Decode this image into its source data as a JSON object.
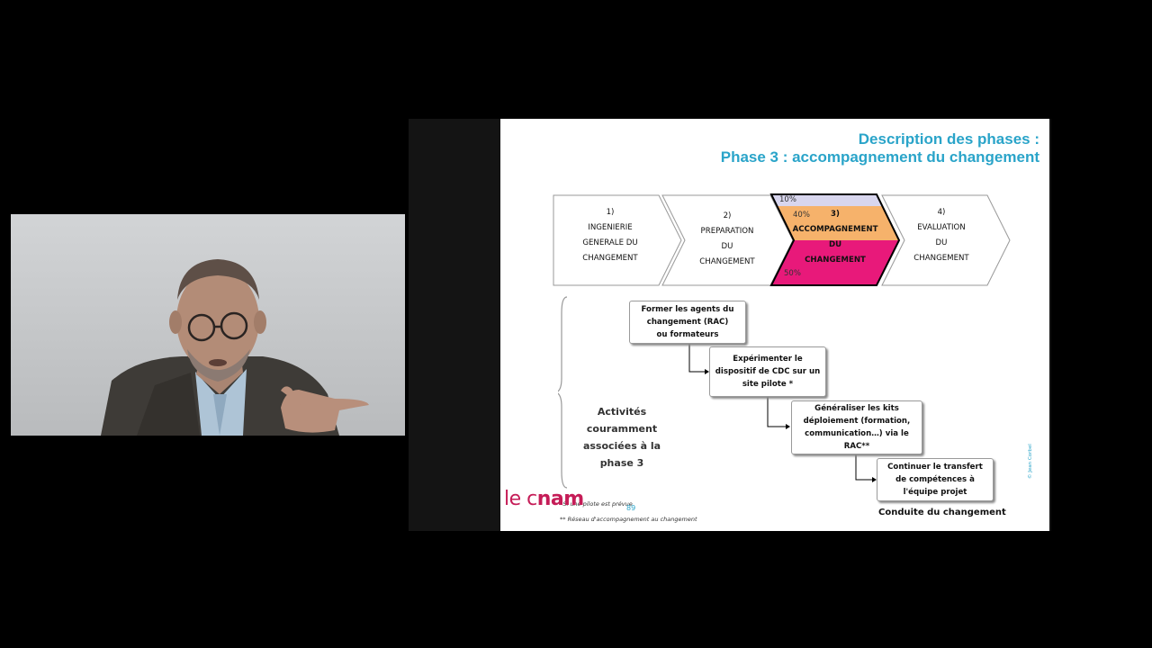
{
  "slide": {
    "title_line1": "Description des phases :",
    "title_line2": "Phase 3 : accompagnement du changement",
    "phases": [
      {
        "lines": [
          "1)",
          "INGENIERIE",
          "GENERALE DU",
          "CHANGEMENT"
        ]
      },
      {
        "lines": [
          "2)",
          "PREPARATION",
          "DU",
          "CHANGEMENT"
        ]
      },
      {
        "lines": [
          "3)",
          "ACCOMPAGNEMENT",
          "DU",
          "CHANGEMENT"
        ]
      },
      {
        "lines": [
          "4)",
          "EVALUATION",
          "DU",
          "CHANGEMENT"
        ]
      }
    ],
    "phase3_split": [
      {
        "label": "10%",
        "value": 10,
        "color": "#d8d6ee"
      },
      {
        "label": "40%",
        "value": 40,
        "color": "#f6b26b"
      },
      {
        "label": "50%",
        "value": 50,
        "color": "#e8197a"
      }
    ],
    "activities_label": [
      "Activités",
      "couramment",
      "associées à la",
      "phase 3"
    ],
    "steps": [
      {
        "lines": [
          "Former les agents du",
          "changement (RAC)",
          "ou formateurs"
        ]
      },
      {
        "lines": [
          "Expérimenter le",
          "dispositif de     CDC sur un",
          "site pilote *"
        ]
      },
      {
        "lines": [
          "Généraliser les kits",
          "déploiement (formation,",
          "communication…) via le",
          "RAC**"
        ]
      },
      {
        "lines": [
          "Continuer le transfert",
          "de compétences à",
          "l'équipe projet"
        ]
      }
    ],
    "footer_title": "Conduite du changement",
    "copyright": "© Jean Corbel",
    "footnote1": "* Si une pilote est prévue",
    "footnote2": "** Réseau d'accompagnement au changement",
    "logo_regular": "le c",
    "logo_bold": "nam",
    "page_number": "89",
    "colors": {
      "title": "#2aa4c9",
      "logo": "#c51c57",
      "phase3_stroke": "#000000"
    }
  }
}
